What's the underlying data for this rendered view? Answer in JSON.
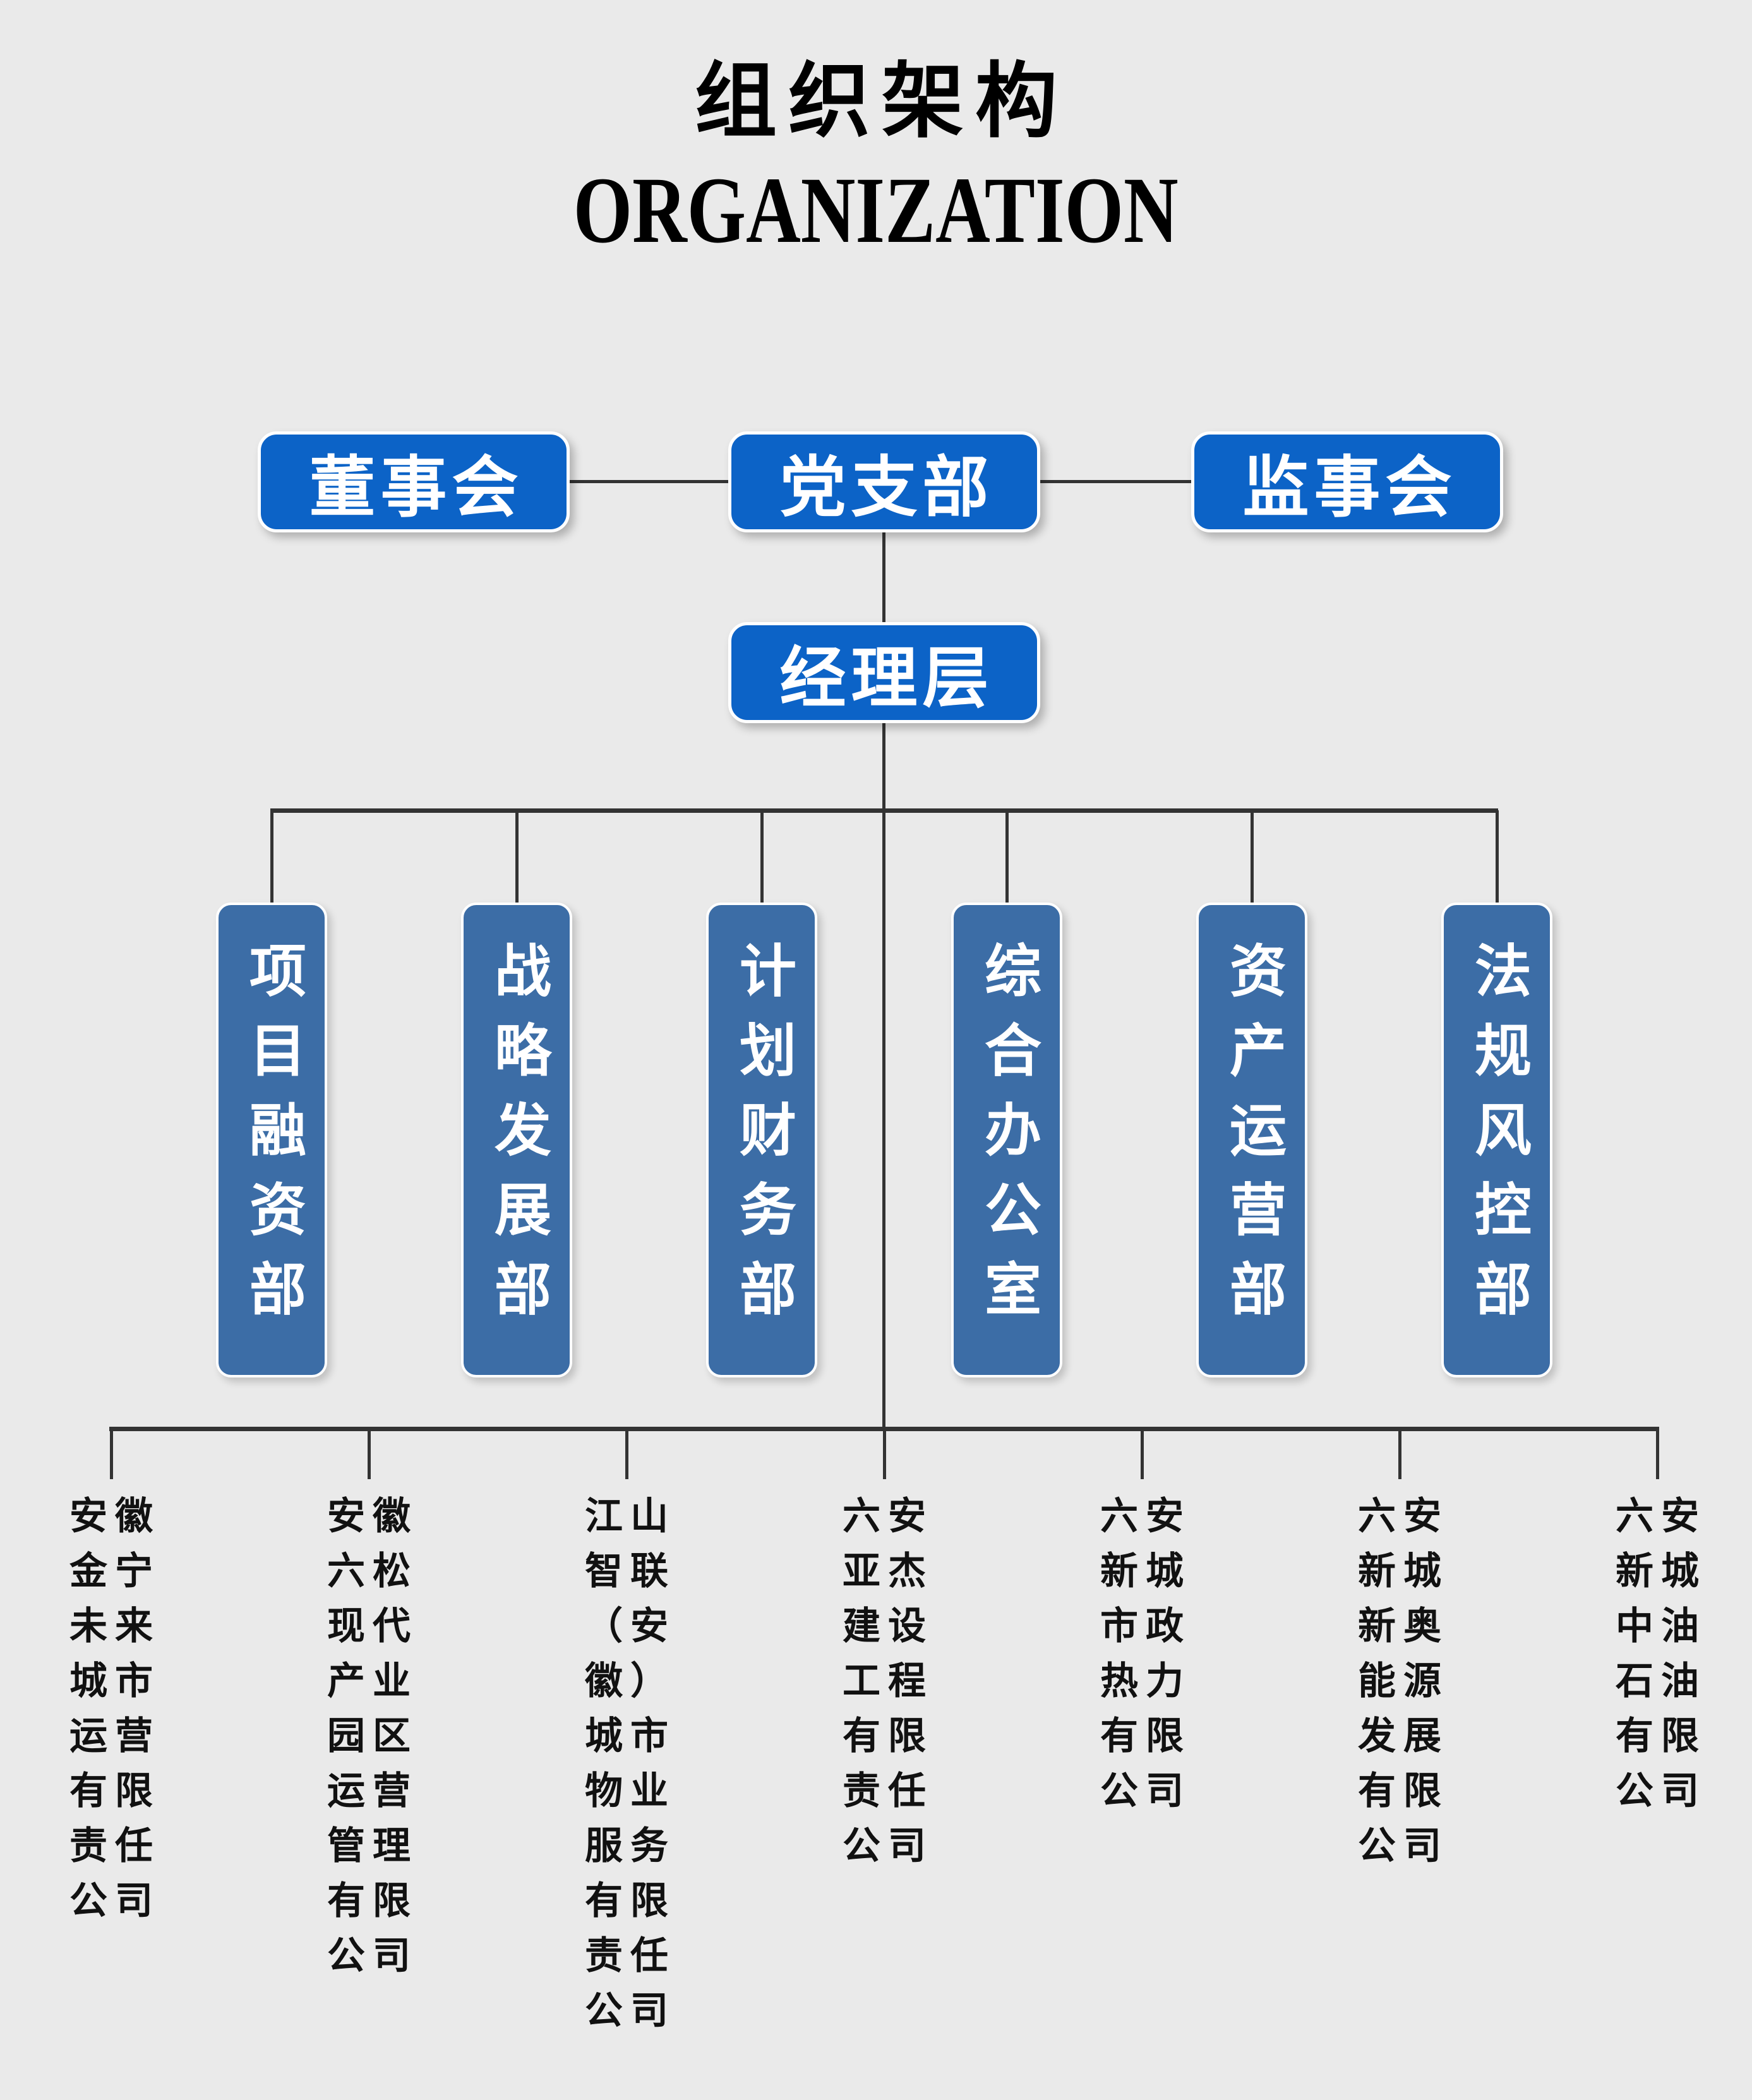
{
  "title": {
    "zh": "组织架构",
    "en": "ORGANIZATION"
  },
  "colors": {
    "background": "#eaeaea",
    "top_box_blue": "#0c63c7",
    "department_box_blue": "#3c6da6",
    "connector_line": "#333333",
    "box_text": "#ffffff",
    "company_text": "#111111"
  },
  "top_row": [
    {
      "label": "董事会"
    },
    {
      "label": "党支部"
    },
    {
      "label": "监事会"
    }
  ],
  "management": {
    "label": "经理层"
  },
  "departments": [
    {
      "label": "项目融资部"
    },
    {
      "label": "战略发展部"
    },
    {
      "label": "计划财务部"
    },
    {
      "label": "综合办公室"
    },
    {
      "label": "资产运营部"
    },
    {
      "label": "法规风控部"
    }
  ],
  "companies": [
    {
      "name": "安徽金宁未来城市运营有限责任公司",
      "lines": "安徽\n金宁\n未来\n城市\n运营\n有限\n责任\n公司"
    },
    {
      "name": "安徽六松现代产业园区运营管理有限公司",
      "lines": "安徽\n六松\n现代\n产业\n园区\n运营\n管理\n有限\n公司"
    },
    {
      "name": "江山智联（安徽）城市物业服务有限责任公司",
      "lines": "江山\n智联\n（安\n徽）\n城市\n物业\n服务\n有限\n责任\n公司"
    },
    {
      "name": "六安亚杰建设工程有限责任公司",
      "lines": "六安\n亚杰\n建设\n工程\n有限\n责任\n公司"
    },
    {
      "name": "六安新城市政热力有限公司",
      "lines": "六安\n新城\n市政\n热力\n有限\n公司"
    },
    {
      "name": "六安新城新奥能源发展有限公司",
      "lines": "六安\n新城\n新奥\n能源\n发展\n有限\n公司"
    },
    {
      "name": "六安新城中油石油有限公司",
      "lines": "六安\n新城\n中油\n石油\n有限\n公司"
    }
  ]
}
